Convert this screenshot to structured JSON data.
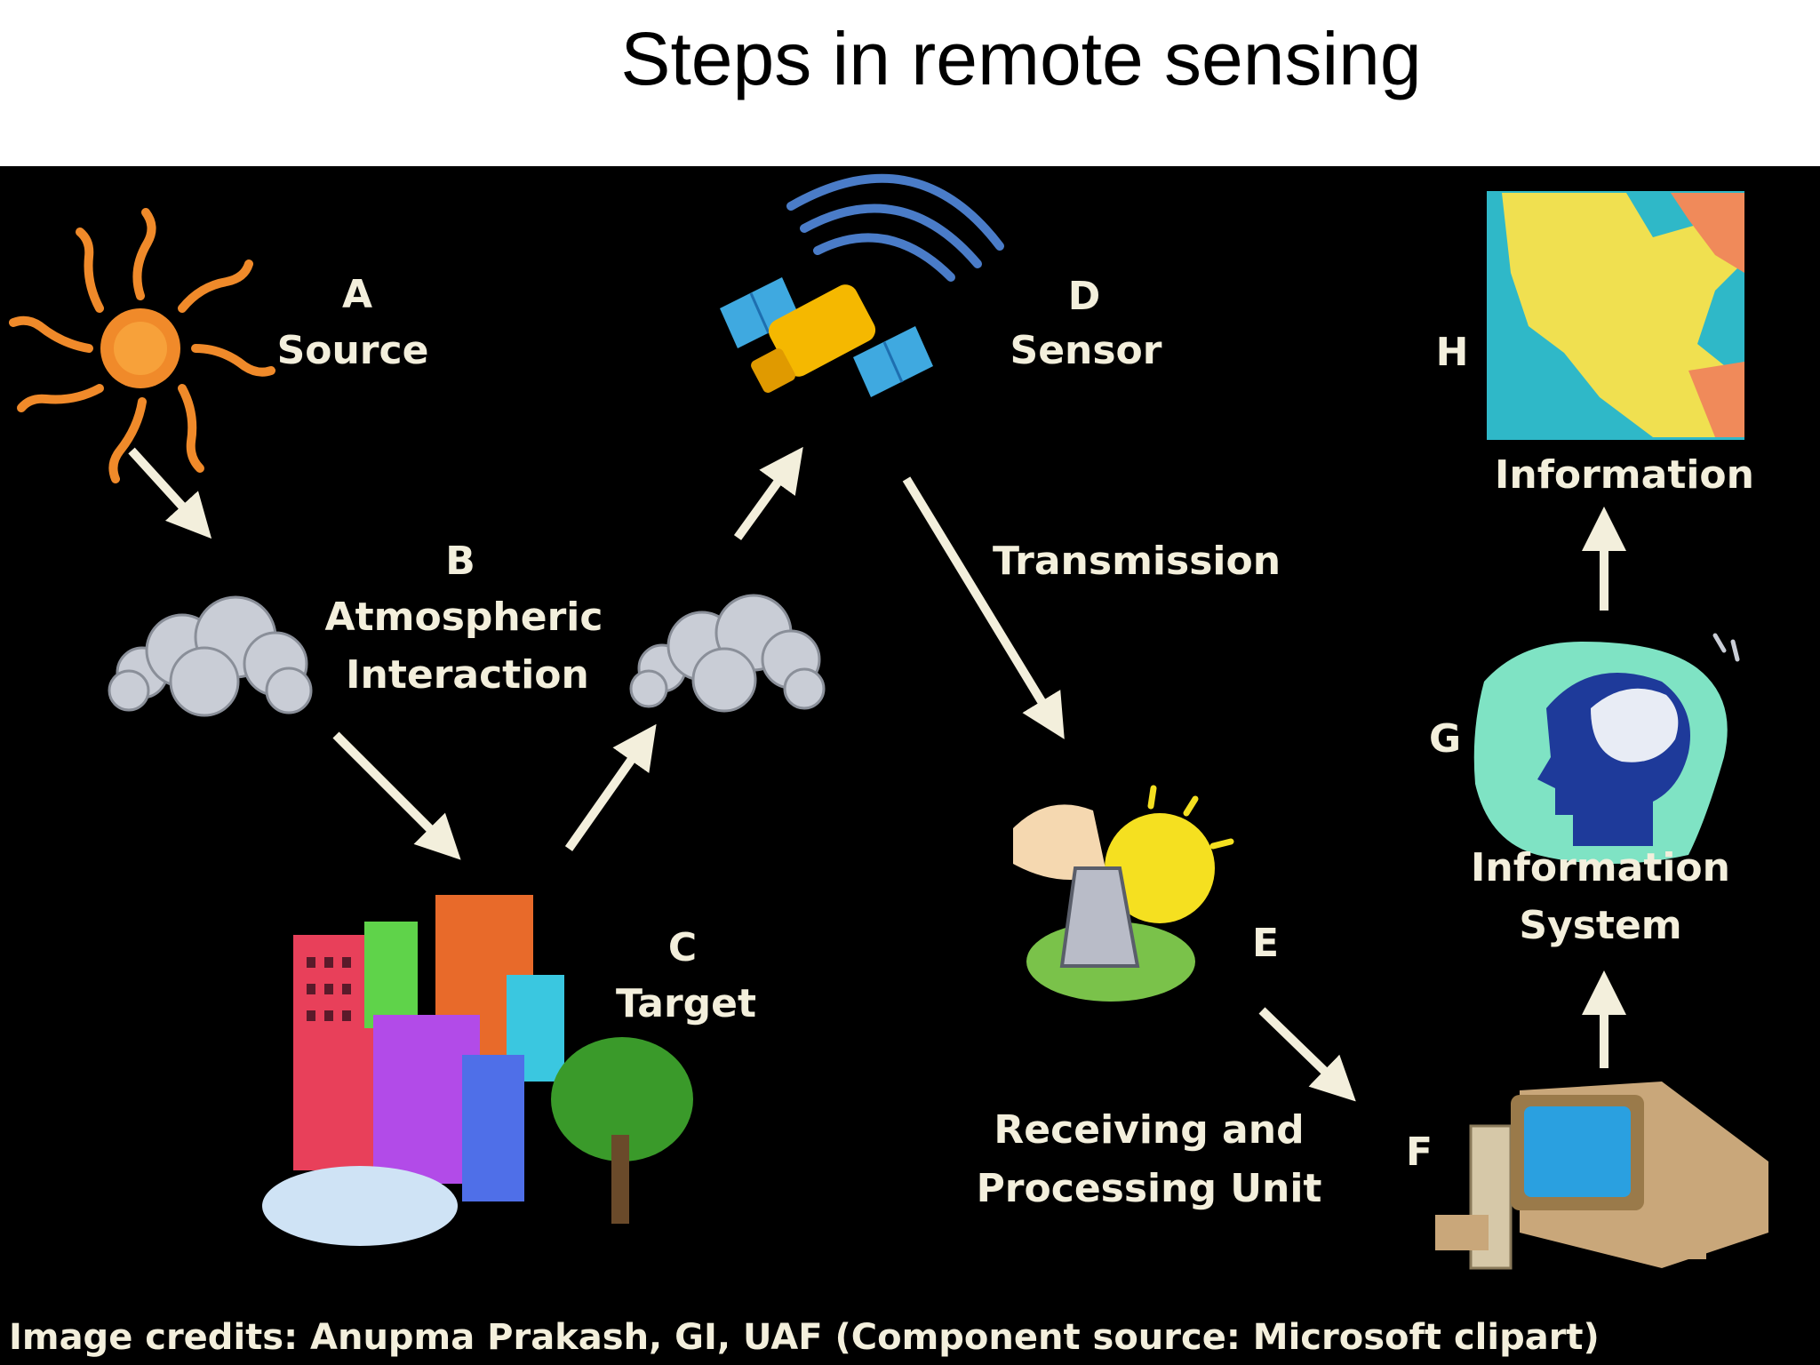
{
  "title": "Steps in remote sensing",
  "labels": {
    "a_letter": "A",
    "a_name": "Source",
    "b_letter": "B",
    "b_name_line1": "Atmospheric",
    "b_name_line2": "Interaction",
    "c_letter": "C",
    "c_name": "Target",
    "d_letter": "D",
    "d_name": "Sensor",
    "transmission": "Transmission",
    "e_letter": "E",
    "e_name_line1": "Receiving and",
    "e_name_line2": "Processing Unit",
    "f_letter": "F",
    "g_letter": "G",
    "g_name_line1": "Information",
    "g_name_line2": "System",
    "h_letter": "H",
    "h_name": "Information"
  },
  "credits": "Image credits: Anupma Prakash, GI, UAF (Component source: Microsoft clipart)",
  "colors": {
    "background": "#000000",
    "label_text": "#f3efdc",
    "arrow": "#f3efdc",
    "sun": "#f08a2a",
    "cloud": "#c9cdd6",
    "satellite_body": "#f5b800",
    "satellite_panel": "#3fa9e0"
  }
}
